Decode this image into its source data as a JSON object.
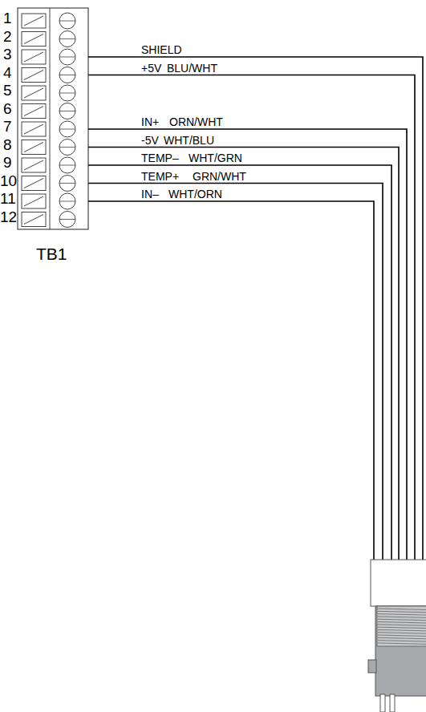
{
  "diagram": {
    "labels": [
      "1",
      "2",
      "3",
      "4",
      "5",
      "6",
      "7",
      "8",
      "9",
      "10",
      "11",
      "12",
      "SHIELD",
      "+5V",
      "BLU/WHT",
      "IN+",
      "ORN/WHT",
      "-5V",
      "WHT/BLU",
      "TEMP–",
      "WHT/GRN",
      "TEMP+",
      "GRN/WHT",
      "IN–",
      "WHT/ORN",
      "TB1"
    ]
  }
}
